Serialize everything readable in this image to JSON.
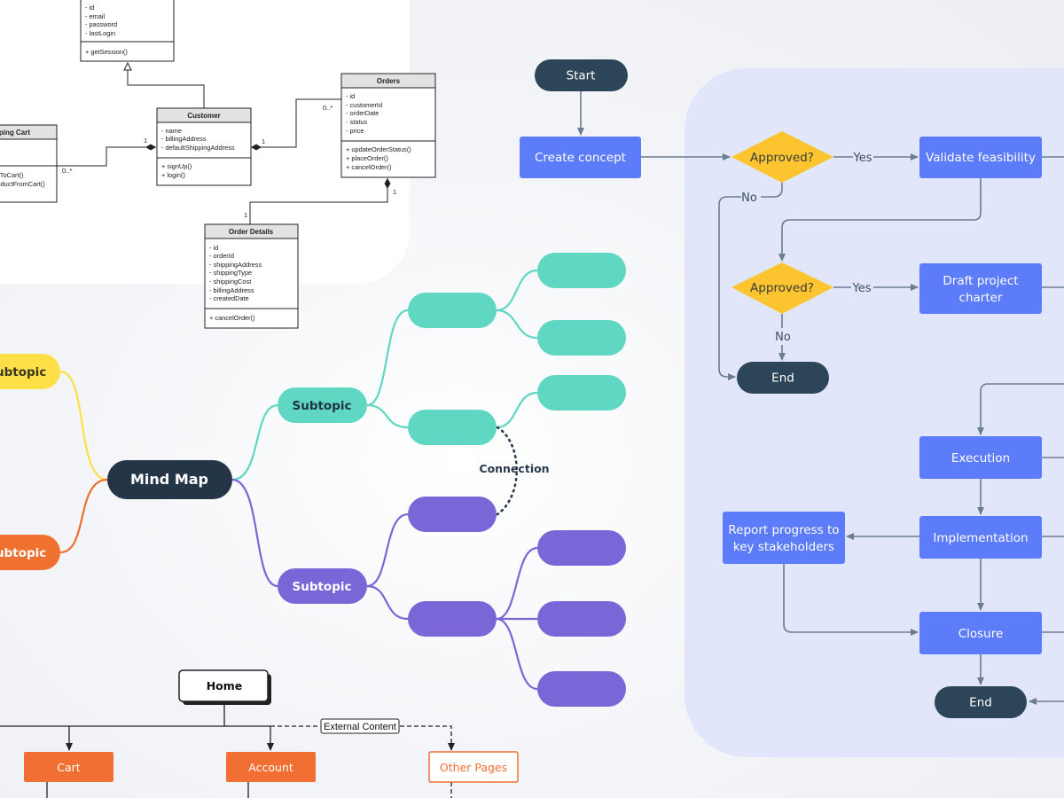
{
  "uml": {
    "user_attrs": [
      "- id",
      "- email",
      "- password",
      "- lastLogin"
    ],
    "user_methods": [
      "+ getSession()"
    ],
    "customer": {
      "title": "Customer",
      "attrs": [
        "- name",
        "- billingAddress",
        "- defaultShippingAddress"
      ],
      "methods": [
        "+ signUp()",
        "+ login()"
      ]
    },
    "orders": {
      "title": "Orders",
      "attrs": [
        "- id",
        "- customerId",
        "- orderDate",
        "- status",
        "- price"
      ],
      "methods": [
        "+ updateOrderStatus()",
        "+ placeOrder()",
        "+ cancelOrder()"
      ]
    },
    "cart": {
      "title": "pping Cart",
      "methods": [
        "ctToCart()",
        "roductFromCart()",
        "()"
      ]
    },
    "order_details": {
      "title": "Order Details",
      "attrs": [
        "- id",
        "- orderId",
        "- shippingAddress",
        "- shippingType",
        "- shippingCost",
        "- billingAddress",
        "- createdDate"
      ],
      "methods": [
        "+ cancelOrder()"
      ]
    },
    "mult": {
      "cart_customer_a": "0..*",
      "cart_customer_b": "1",
      "customer_orders_a": "1",
      "customer_orders_b": "0..*",
      "orders_details_a": "1",
      "orders_details_b": "1"
    }
  },
  "flowchart": {
    "start": "Start",
    "create": "Create concept",
    "approved1": "Approved?",
    "yes1": "Yes",
    "no1": "No",
    "validate": "Validate feasibility",
    "approved2": "Approved?",
    "yes2": "Yes",
    "no2": "No",
    "draft_line1": "Draft project",
    "draft_line2": "charter",
    "end1": "End",
    "execution": "Execution",
    "implementation": "Implementation",
    "report_line1": "Report progress to",
    "report_line2": "key stakeholders",
    "closure": "Closure",
    "end2": "End"
  },
  "mindmap": {
    "center": "Mind Map",
    "subtopic_teal": "Subtopic",
    "subtopic_purple": "Subtopic",
    "subtopic_yellow": "ubtopic",
    "subtopic_orange": "ubtopic",
    "connection": "Connection"
  },
  "sitemap": {
    "home": "Home",
    "external": "External Content",
    "cart": "Cart",
    "account": "Account",
    "other": "Other Pages"
  },
  "colors": {
    "flow_box": "#5c7cfa",
    "flow_dark": "#2d4558",
    "flow_diamond": "#fcc52f",
    "teal": "#5fd7c3",
    "purple": "#7b66d8",
    "yellow": "#fde047",
    "orange": "#f07030",
    "mind_center": "#243548",
    "site_orange": "#f26f33"
  }
}
